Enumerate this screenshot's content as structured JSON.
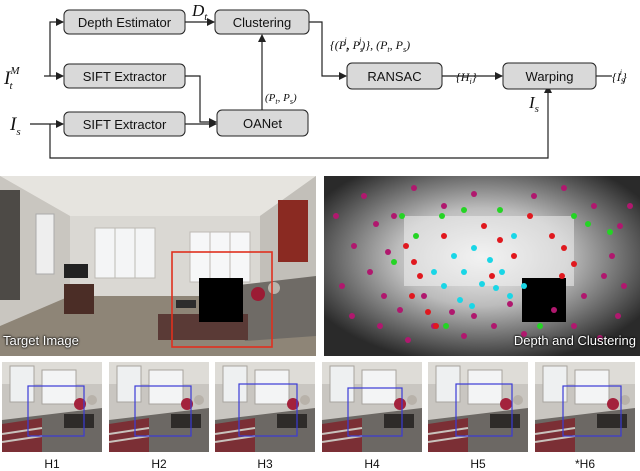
{
  "diagram": {
    "blocks": {
      "depth_estimator": "Depth Estimator",
      "clustering": "Clustering",
      "sift_top": "SIFT Extractor",
      "sift_bottom": "SIFT Extractor",
      "oanet": "OANet",
      "ransac": "RANSAC",
      "warping": "Warping"
    },
    "labels": {
      "input_target": "I",
      "input_target_sup": "M",
      "input_target_sub": "t",
      "input_source": "I",
      "input_source_sub": "s",
      "depth_out": "D",
      "depth_out_sub": "t",
      "oanet_out": "(P",
      "oanet_out_sub1": "t",
      "oanet_out_mid": ", P",
      "oanet_out_sub2": "s",
      "oanet_out_end": ")",
      "cluster_out": "{(P",
      "cluster_out_sub1": "t",
      "cluster_out_sup1": "j",
      "cluster_out_mid": ", P",
      "cluster_out_sub2": "s",
      "cluster_out_sup2": "j",
      "cluster_out_end": ")}, (P",
      "cluster_out_sub3": "t",
      "cluster_out_mid2": ", P",
      "cluster_out_sub4": "s",
      "cluster_out_end2": ")",
      "ransac_out": "{H",
      "ransac_out_sub": "i",
      "ransac_out_end": "}",
      "warp_in": "I",
      "warp_in_sub": "s",
      "warp_out": "{I",
      "warp_out_sub": "S",
      "warp_out_sup": "i",
      "warp_out_end": "}"
    }
  },
  "panels": {
    "target_caption": "Target Image",
    "depth_caption": "Depth and Clustering"
  },
  "homographies": [
    "H1",
    "H2",
    "H3",
    "H4",
    "H5",
    "*H6"
  ],
  "colors": {
    "box_fill": "#d9d9d9",
    "box_stroke": "#222222",
    "target_box": "#e0301e",
    "h_box": "#3b3bd6",
    "cluster_red": "#e0181e",
    "cluster_cyan": "#19d6e6",
    "cluster_green": "#24d424",
    "cluster_magenta": "#b0186e"
  }
}
